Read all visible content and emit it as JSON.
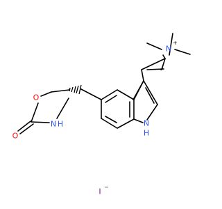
{
  "molecule": {
    "atoms": {
      "oxygen_carbonyl": "O",
      "oxygen_ring": "O",
      "nitrogen_oxazolidinone": "N",
      "hydrogen_oxazolidinone": "H",
      "nitrogen_indole": "N",
      "hydrogen_indole": "H",
      "nitrogen_ammonium": "N",
      "ammonium_charge": "+"
    },
    "counterion": {
      "symbol": "I",
      "charge": "−"
    }
  },
  "colors": {
    "oxygen": "#ff0d0d",
    "nitrogen": "#3050f8",
    "iodine": "#940094",
    "carbon_bond": "#000000"
  }
}
